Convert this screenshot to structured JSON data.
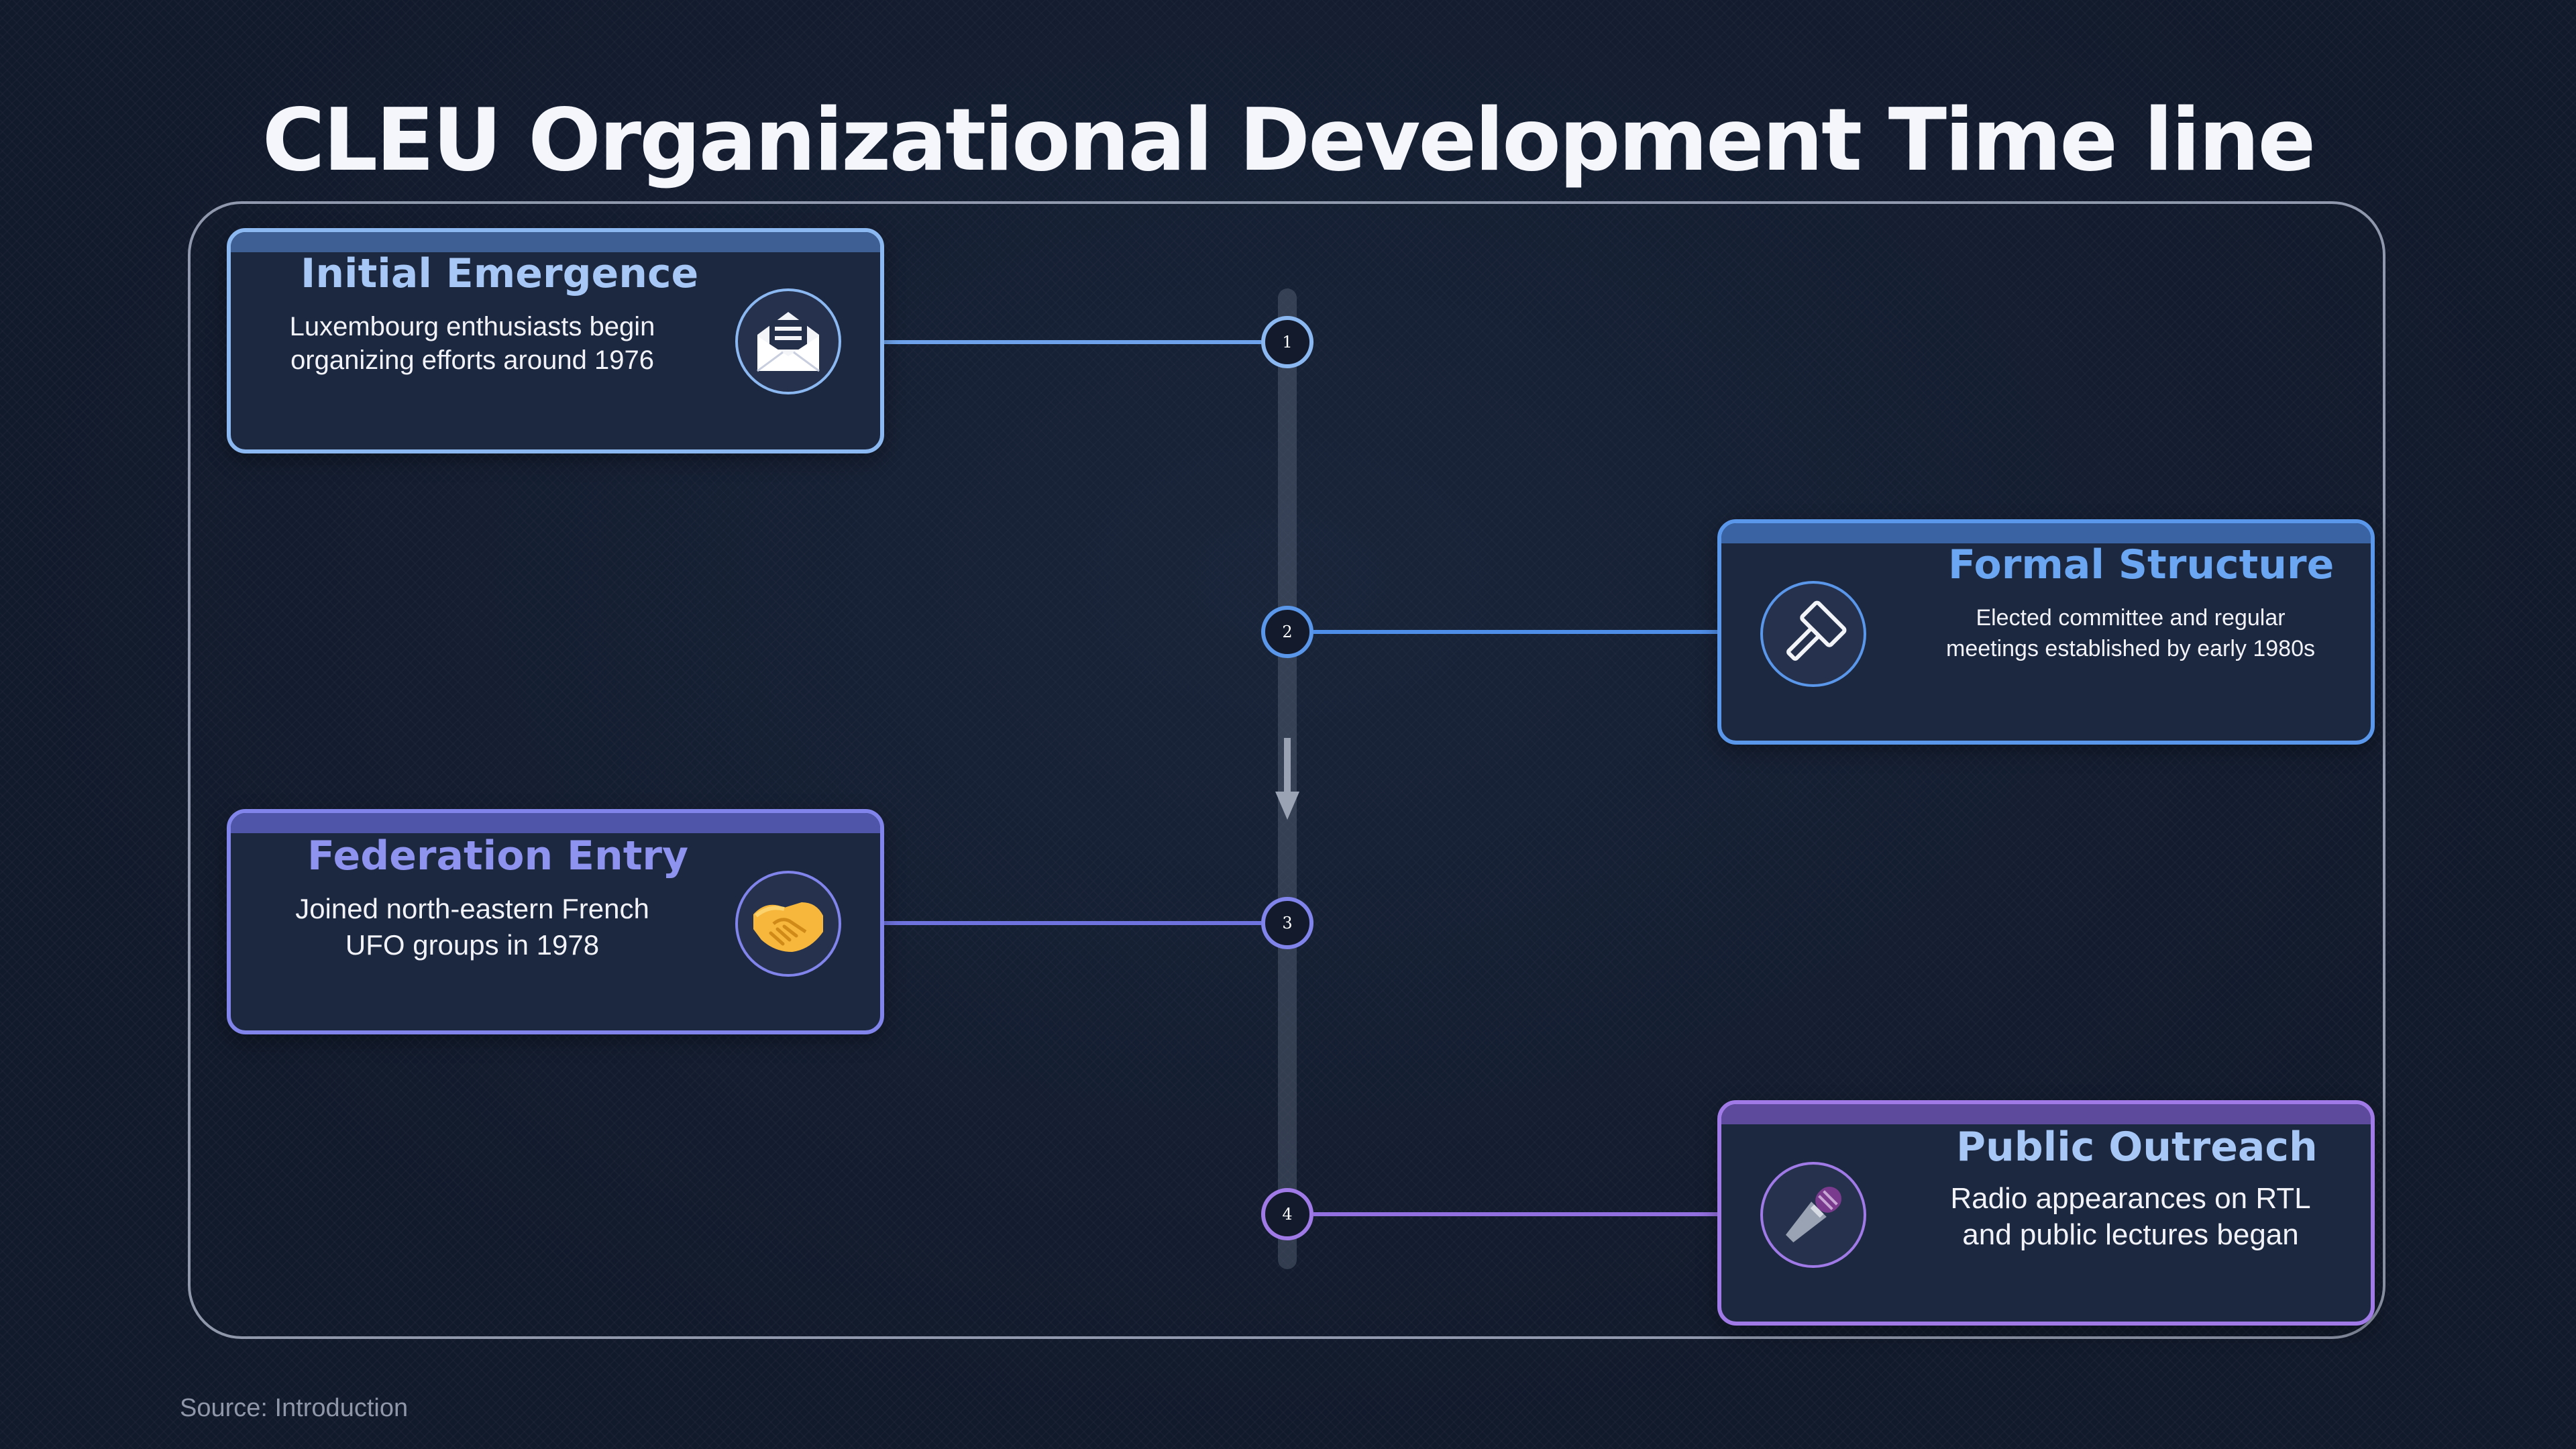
{
  "title": "CLEU Organizational Development Time line",
  "source": "Source: Introduction",
  "events": [
    {
      "step": "1",
      "title": "Initial Emergence",
      "desc_line1": "Luxembourg enthusiasts begin",
      "desc_line2": "organizing efforts around 1976",
      "icon": "open-envelope-icon",
      "color": "#8cb8f2"
    },
    {
      "step": "2",
      "title": "Formal Structure",
      "desc_line1": "Elected committee and regular",
      "desc_line2": "meetings established by early 1980s",
      "icon": "gavel-icon",
      "color": "#5a97ea"
    },
    {
      "step": "3",
      "title": "Federation Entry",
      "desc_line1": "Joined north-eastern French",
      "desc_line2": "UFO groups in 1978",
      "icon": "handshake-icon",
      "color": "#8184ea"
    },
    {
      "step": "4",
      "title": "Public Outreach",
      "desc_line1": "Radio appearances on RTL",
      "desc_line2": "and public lectures began",
      "icon": "microphone-icon",
      "color": "#a07ae6"
    }
  ]
}
